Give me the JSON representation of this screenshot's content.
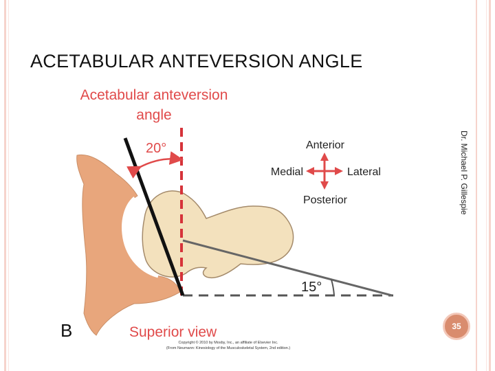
{
  "slide": {
    "title": "ACETABULAR ANTEVERSION ANGLE",
    "side_credit": "Dr. Michael P. Gillespie",
    "page_number": "35"
  },
  "figure": {
    "heading_line1": "Acetabular anteversion",
    "heading_line2": "angle",
    "angle_label": "20°",
    "femoral_angle_label": "15°",
    "panel_letter": "B",
    "view_label": "Superior view",
    "orientation": {
      "anterior": "Anterior",
      "medial": "Medial",
      "lateral": "Lateral",
      "posterior": "Posterior"
    },
    "copyright_line1": "Copyright © 2010 by Mosby, Inc., an affiliate of Elsevier Inc.",
    "copyright_line2": "(From Neumann: Kinesiology of the Musculoskeletal System, 2nd edition.)",
    "colors": {
      "label_red": "#e04a4a",
      "pelvis": "#e8a67c",
      "femur": "#f3e1bd",
      "bone_outline": "#a48a6a",
      "reference_line": "#d6333a"
    }
  }
}
